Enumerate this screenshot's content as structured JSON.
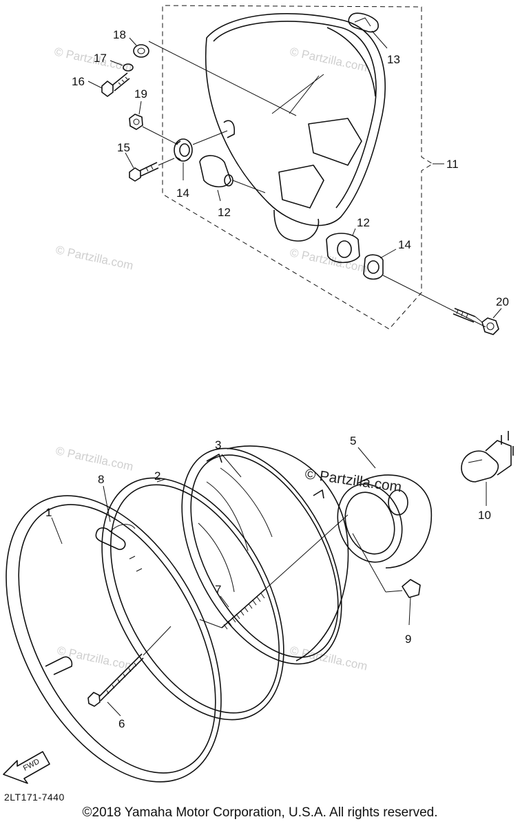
{
  "diagram": {
    "part_number": "2LT171-7440",
    "copyright": "©2018  Yamaha Motor Corporation, U.S.A. All rights reserved.",
    "watermark_short": "© Partzilla.com",
    "watermark_main": "© Partzilla.com",
    "fwd_label": "FWD",
    "callouts": {
      "c1": "1",
      "c2": "2",
      "c3": "3",
      "c5": "5",
      "c6": "6",
      "c7": "7",
      "c8": "8",
      "c9": "9",
      "c10": "10",
      "c11": "11",
      "c12a": "12",
      "c12b": "12",
      "c13": "13",
      "c14a": "14",
      "c14b": "14",
      "c15": "15",
      "c16": "16",
      "c17": "17",
      "c18": "18",
      "c19": "19",
      "c20": "20"
    }
  }
}
